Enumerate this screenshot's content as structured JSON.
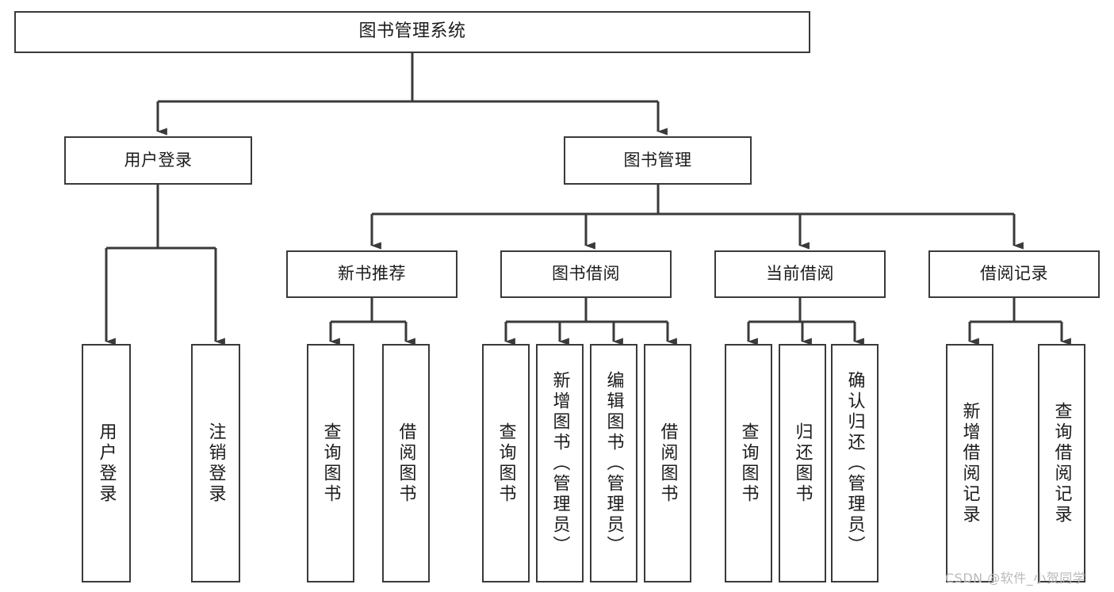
{
  "diagram": {
    "type": "tree",
    "title": "图书管理系统",
    "orientation": "top-down",
    "colors": {
      "box_border": "#3a3a3a",
      "box_fill": "#ffffff",
      "connector": "#3a3a3a",
      "text": "#1b1b1b",
      "watermark": "#b9b9b9",
      "background": "#ffffff"
    },
    "nodes": {
      "root": {
        "label": "图书管理系统"
      },
      "level2": [
        {
          "label": "用户登录"
        },
        {
          "label": "图书管理"
        }
      ],
      "level3": [
        {
          "label": "新书推荐"
        },
        {
          "label": "图书借阅"
        },
        {
          "label": "当前借阅"
        },
        {
          "label": "借阅记录"
        }
      ],
      "leaves": {
        "user_login": [
          {
            "label": "用户登录"
          },
          {
            "label": "注销登录"
          }
        ],
        "new_book_recommend": [
          {
            "label": "查询图书"
          },
          {
            "label": "借阅图书"
          }
        ],
        "book_borrow": [
          {
            "label": "查询图书"
          },
          {
            "label": "新增图书（管理员）"
          },
          {
            "label": "编辑图书（管理员）"
          },
          {
            "label": "借阅图书"
          }
        ],
        "current_borrow": [
          {
            "label": "查询图书"
          },
          {
            "label": "归还图书"
          },
          {
            "label": "确认归还（管理员）"
          }
        ],
        "borrow_record": [
          {
            "label": "新增借阅记录"
          },
          {
            "label": "查询借阅记录"
          }
        ]
      }
    }
  },
  "watermark": {
    "text": "CSDN @软件_小贺同学"
  }
}
